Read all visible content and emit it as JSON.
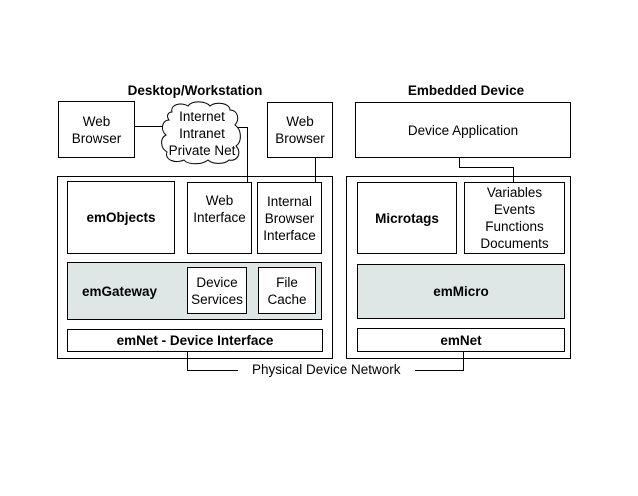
{
  "headers": {
    "desktop": "Desktop/Workstation",
    "embedded": "Embedded Device"
  },
  "desktop": {
    "web_browser_left": [
      "Web",
      "Browser"
    ],
    "cloud": [
      "Internet",
      "Intranet",
      "Private Net"
    ],
    "web_browser_right": [
      "Web",
      "Browser"
    ],
    "em_objects": "emObjects",
    "web_interface": [
      "Web",
      "Interface"
    ],
    "internal_browser_interface": [
      "Internal",
      "Browser",
      "Interface"
    ],
    "em_gateway": "emGateway",
    "device_services": [
      "Device",
      "Services"
    ],
    "file_cache": [
      "File",
      "Cache"
    ],
    "em_net": "emNet - Device Interface"
  },
  "embedded": {
    "device_application": "Device Application",
    "microtags": "Microtags",
    "microtag_items": [
      "Variables",
      "Events",
      "Functions",
      "Documents"
    ],
    "em_micro": "emMicro",
    "em_net": "emNet"
  },
  "network": {
    "label": "Physical Device Network"
  },
  "colors": {
    "layer_fill": "#dfe6e6",
    "stroke": "#000000",
    "background": "#ffffff"
  }
}
